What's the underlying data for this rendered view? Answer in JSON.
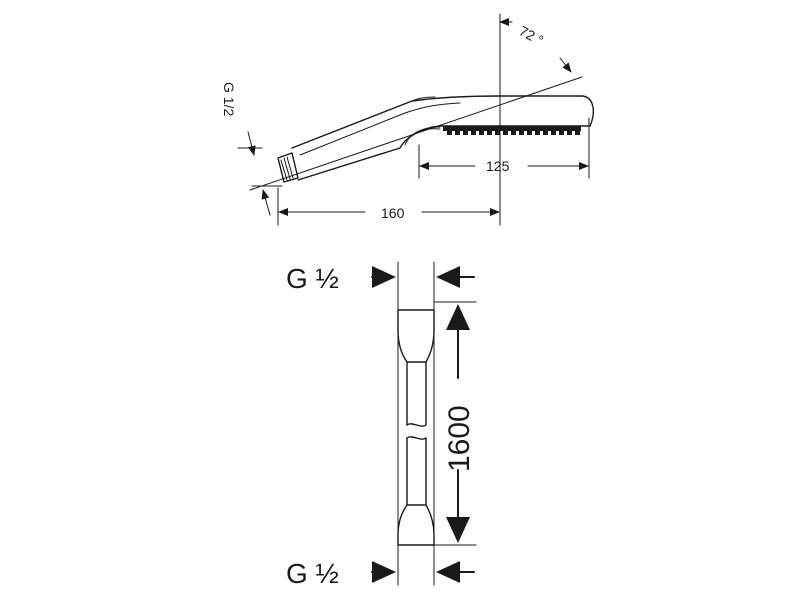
{
  "hand_shower": {
    "angle_label": "72 °",
    "thread_label": "G 1/2",
    "spray_length_label": "125",
    "overall_length_label": "160"
  },
  "hose": {
    "thread_top_label": "G ½",
    "thread_bottom_label": "G ½",
    "length_label": "1600"
  }
}
